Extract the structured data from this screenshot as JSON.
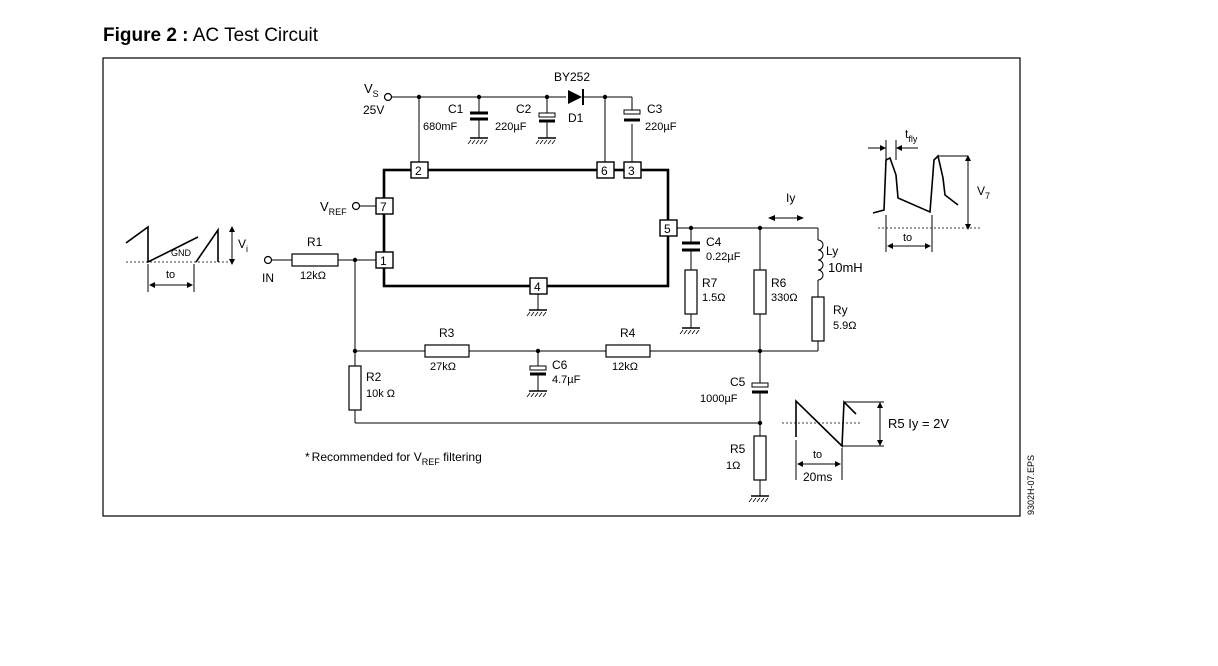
{
  "figure": {
    "number_label": "Figure 2 :",
    "caption": "AC Test Circuit"
  },
  "supply": {
    "name": "V",
    "sub": "S",
    "voltage": "25V"
  },
  "diode": {
    "part": "BY252",
    "ref": "D1"
  },
  "components": {
    "c1": {
      "ref": "C1",
      "value": "680mF"
    },
    "c2": {
      "ref": "C2",
      "value": "220µF"
    },
    "c3": {
      "ref": "C3",
      "value": "220µF"
    },
    "c4": {
      "ref": "C4",
      "value": "0.22µF"
    },
    "c5": {
      "ref": "C5",
      "value": "1000µF"
    },
    "c6": {
      "ref": "C6",
      "value": "4.7µF"
    },
    "r1": {
      "ref": "R1",
      "value": "12kΩ"
    },
    "r2": {
      "ref": "R2",
      "value": "10k Ω"
    },
    "r3": {
      "ref": "R3",
      "value": "27kΩ"
    },
    "r4": {
      "ref": "R4",
      "value": "12kΩ"
    },
    "r5": {
      "ref": "R5",
      "value": "1Ω"
    },
    "r6": {
      "ref": "R6",
      "value": "330Ω"
    },
    "r7": {
      "ref": "R7",
      "value": "1.5Ω"
    },
    "ry": {
      "ref": "Ry",
      "value": "5.9Ω"
    },
    "ly": {
      "ref": "Ly",
      "value": "10mH"
    }
  },
  "pins": [
    "1",
    "2",
    "3",
    "4",
    "5",
    "6",
    "7"
  ],
  "vref": {
    "name": "V",
    "sub": "REF"
  },
  "input": {
    "label": "IN"
  },
  "current_label": "Iy",
  "waveform_input": {
    "gnd": "GND",
    "period": "to",
    "amplitude_name": "V",
    "amplitude_sub": "i"
  },
  "waveform_flyback": {
    "tfly_name": "t",
    "tfly_sub": "fly",
    "period": "to",
    "amplitude_name": "V",
    "amplitude_sub": "7"
  },
  "waveform_r5": {
    "period": "to",
    "duration": "20ms",
    "label": "R5  Iy = 2V"
  },
  "footnote": {
    "star": "*",
    "text_before": "Recommended for  V",
    "sub": "REF",
    "text_after": " filtering"
  },
  "side_code": "9302H-07.EPS"
}
